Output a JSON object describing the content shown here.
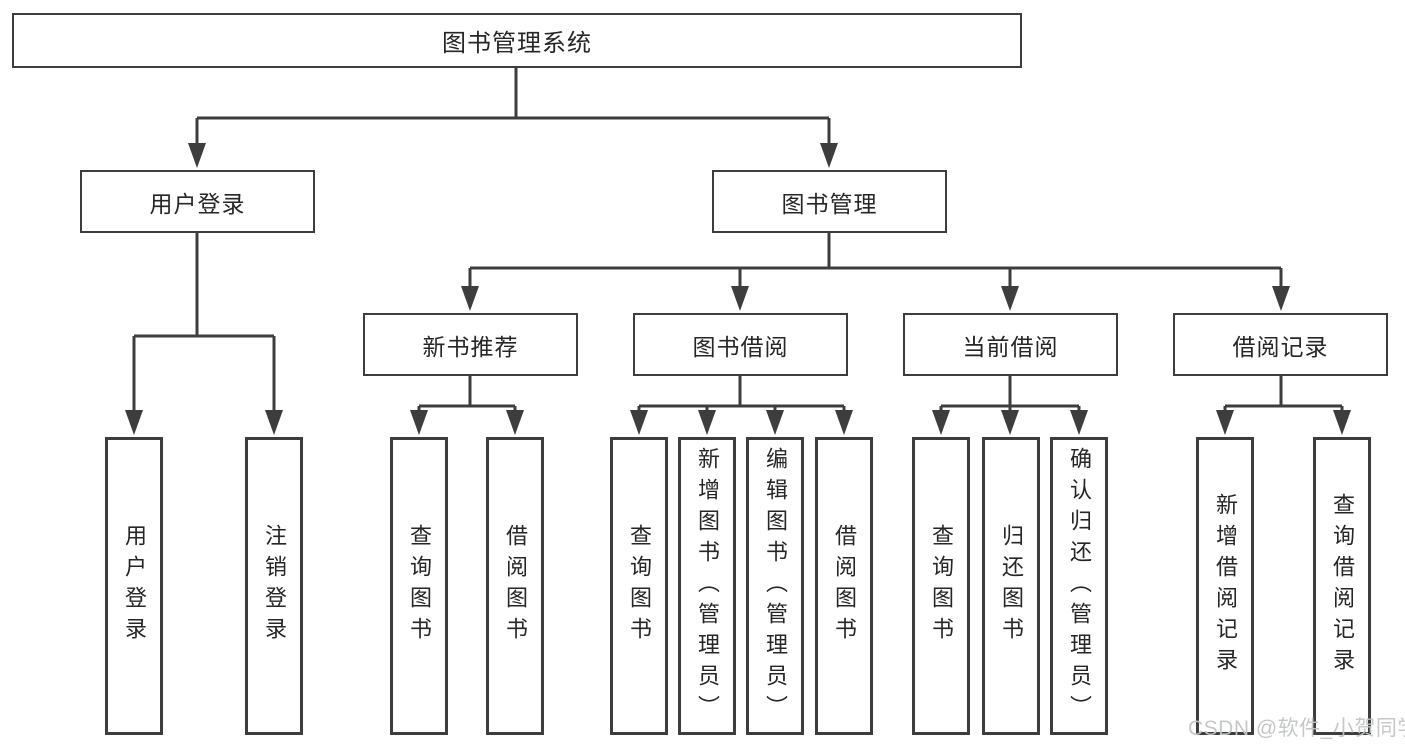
{
  "tree": {
    "root": {
      "label": "图书管理系统",
      "children": [
        {
          "label": "用户登录",
          "children": [
            {
              "label": "用户登录"
            },
            {
              "label": "注销登录"
            }
          ]
        },
        {
          "label": "图书管理",
          "children": [
            {
              "label": "新书推荐",
              "children": [
                {
                  "label": "查询图书"
                },
                {
                  "label": "借阅图书"
                }
              ]
            },
            {
              "label": "图书借阅",
              "children": [
                {
                  "label": "查询图书"
                },
                {
                  "label": "新增图书（管理员）"
                },
                {
                  "label": "编辑图书（管理员）"
                },
                {
                  "label": "借阅图书"
                }
              ]
            },
            {
              "label": "当前借阅",
              "children": [
                {
                  "label": "查询图书"
                },
                {
                  "label": "归还图书"
                },
                {
                  "label": "确认归还（管理员）"
                }
              ]
            },
            {
              "label": "借阅记录",
              "children": [
                {
                  "label": "新增借阅记录"
                },
                {
                  "label": "查询借阅记录"
                }
              ]
            }
          ]
        }
      ]
    }
  },
  "watermark": "CSDN @软件_小贺同学",
  "colors": {
    "line": "#3d3d3d",
    "text": "#262626",
    "watermark": "#c2c5c7",
    "background": "#ffffff"
  }
}
